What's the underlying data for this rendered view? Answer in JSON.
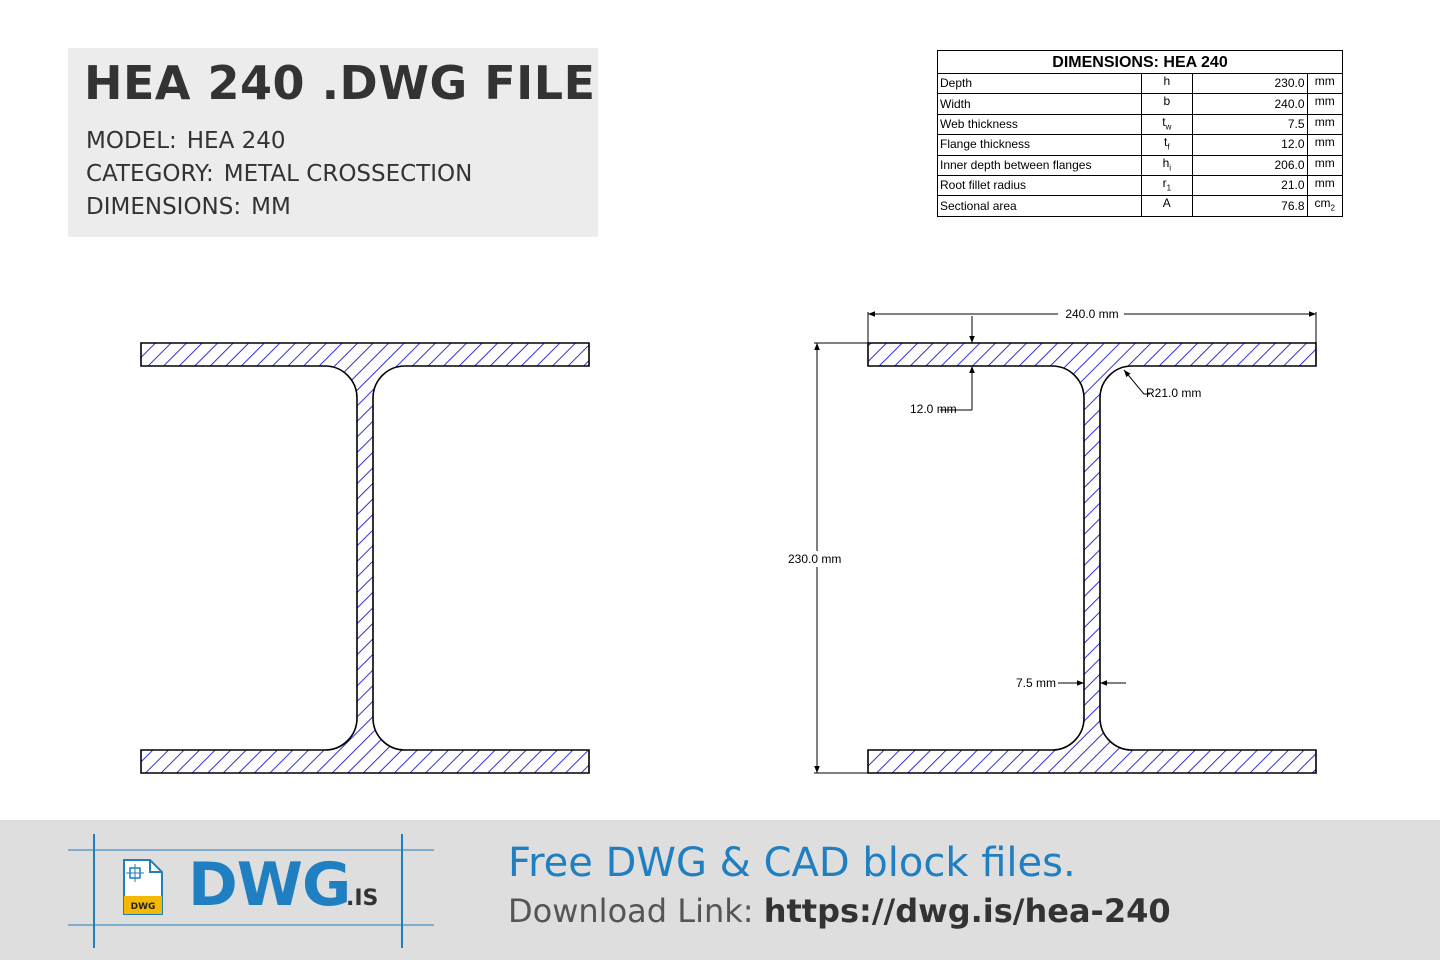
{
  "header": {
    "title": "HEA 240 .DWG FILE",
    "model_key": "MODEL:",
    "model_val": "HEA 240",
    "category_key": "CATEGORY:",
    "category_val": "METAL CROSSECTION",
    "dimensions_key": "DIMENSIONS:",
    "dimensions_val": "MM"
  },
  "table": {
    "title": "DIMENSIONS: HEA 240",
    "rows": [
      {
        "param": "Depth",
        "sym": "h",
        "sub": "",
        "val": "230.0",
        "unit": "mm",
        "unit_sub": ""
      },
      {
        "param": "Width",
        "sym": "b",
        "sub": "",
        "val": "240.0",
        "unit": "mm",
        "unit_sub": ""
      },
      {
        "param": "Web thickness",
        "sym": "t",
        "sub": "w",
        "val": "7.5",
        "unit": "mm",
        "unit_sub": ""
      },
      {
        "param": "Flange thickness",
        "sym": "t",
        "sub": "f",
        "val": "12.0",
        "unit": "mm",
        "unit_sub": ""
      },
      {
        "param": "Inner depth between flanges",
        "sym": "h",
        "sub": "i",
        "val": "206.0",
        "unit": "mm",
        "unit_sub": ""
      },
      {
        "param": "Root fillet radius",
        "sym": "r",
        "sub": "1",
        "val": "21.0",
        "unit": "mm",
        "unit_sub": ""
      },
      {
        "param": "Sectional area",
        "sym": "A",
        "sub": "",
        "val": "76.8",
        "unit": "cm",
        "unit_sub": "2"
      }
    ]
  },
  "annotations": {
    "width": "240.0 mm",
    "flange": "12.0 mm",
    "radius": "R21.0 mm",
    "depth": "230.0 mm",
    "web": "7.5 mm"
  },
  "colors": {
    "hatch": "#1a1ad6",
    "brand": "#1f7fc0",
    "logo_badge": "#f5b800"
  },
  "footer": {
    "logo_badge": "DWG",
    "brand_word": "DWG",
    "brand_tld": ".IS",
    "tagline": "Free DWG & CAD block files.",
    "download_label": "Download Link: ",
    "download_url": "https://dwg.is/hea-240"
  }
}
